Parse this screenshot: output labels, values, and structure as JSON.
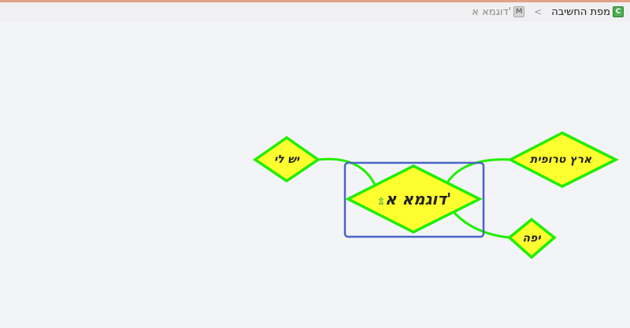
{
  "breadcrumb": {
    "root_icon": "C",
    "root_label": "מפת החשיבה",
    "separator": ">",
    "current_icon": "M",
    "current_label": "'דוגמא א"
  },
  "map": {
    "center": {
      "label": "'דוגמא א",
      "icon": "⇫"
    },
    "nodes": {
      "left": "יש לי",
      "right_top": "ארץ טרופית",
      "right_bottom": "יפה"
    }
  },
  "colors": {
    "node_fill": "#ffff30",
    "node_stroke": "#22ee00",
    "connector": "#22ee00",
    "selection": "#4a66c4",
    "top_border": "#e3a187"
  }
}
